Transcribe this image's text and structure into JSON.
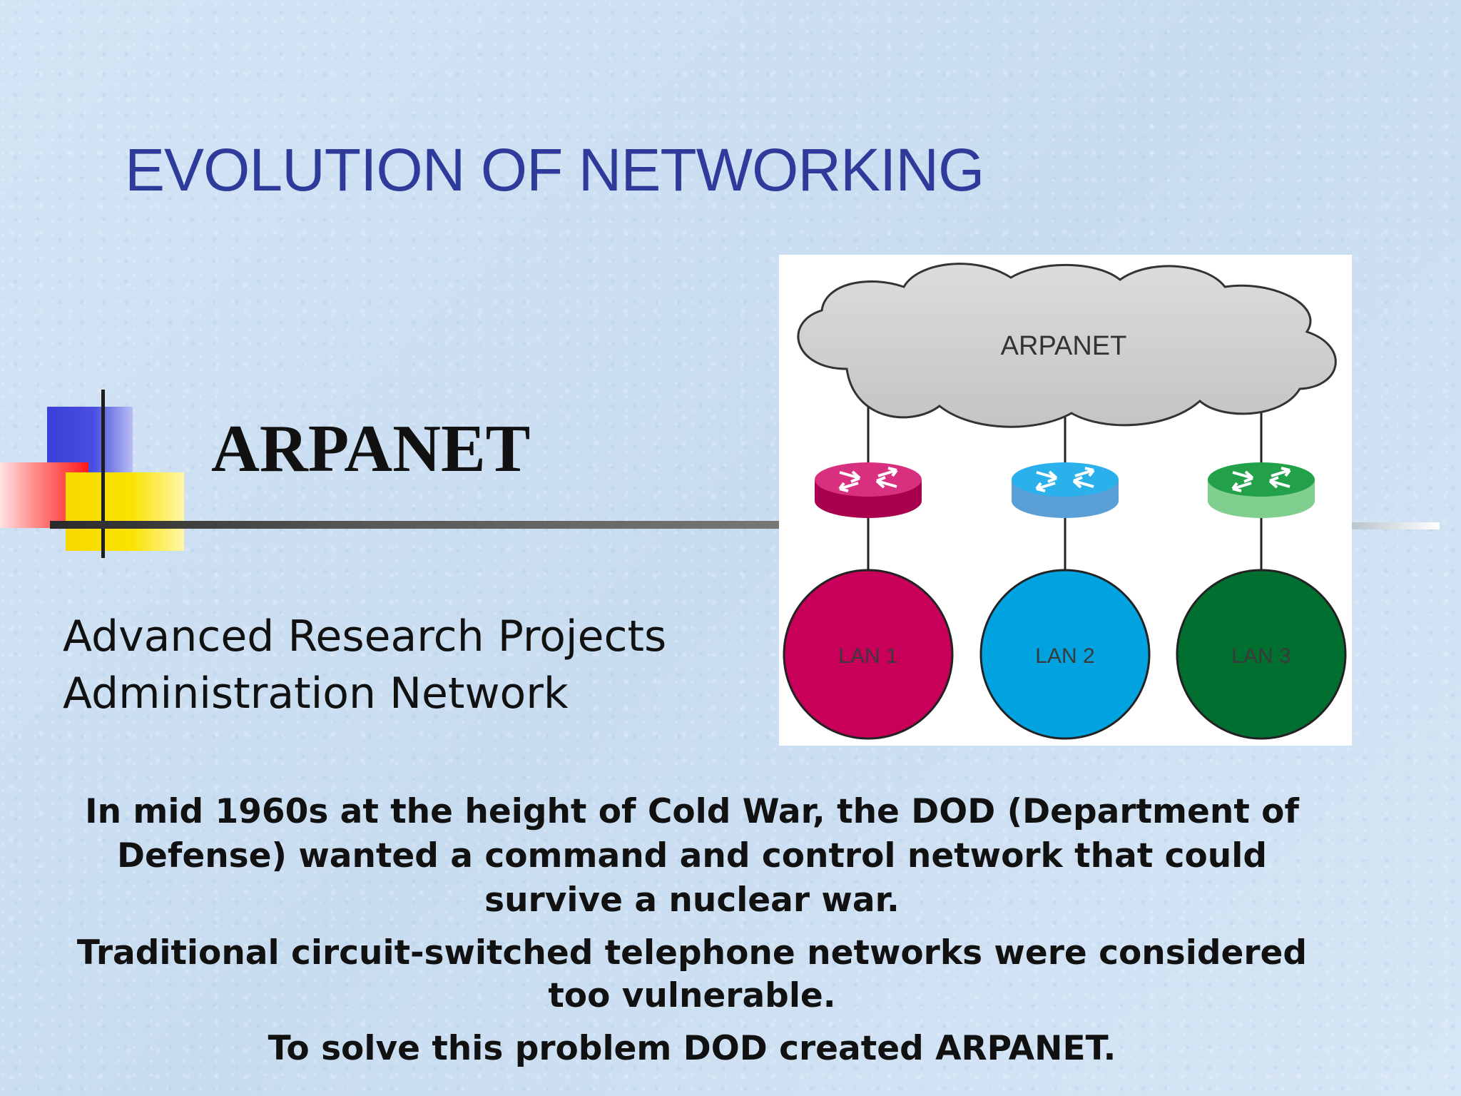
{
  "slide": {
    "title": "EVOLUTION OF NETWORKING",
    "heading": "ARPANET",
    "subtitle_line1": "Advanced Research Projects",
    "subtitle_line2": "Administration Network",
    "paragraphs": [
      "In mid 1960s at the height of Cold War, the DOD (Department of Defense) wanted a command and control network that could survive a nuclear war.",
      "Traditional circuit-switched telephone networks were considered too vulnerable.",
      "To solve this problem DOD created ARPANET."
    ]
  },
  "diagram": {
    "cloud_label": "ARPANET",
    "lans": [
      {
        "label": "LAN 1",
        "color": "#c8005a",
        "router_color": "#c0106a"
      },
      {
        "label": "LAN 2",
        "color": "#00a3e0",
        "router_color": "#1aa5e0"
      },
      {
        "label": "LAN 3",
        "color": "#006f30",
        "router_color": "#1a9a3c"
      }
    ]
  },
  "colors": {
    "title": "#2e3b9b",
    "background": "#cfe1f3",
    "deco_blue": "#3a3fd8",
    "deco_red": "#ff1818",
    "deco_yellow": "#f7d800"
  }
}
